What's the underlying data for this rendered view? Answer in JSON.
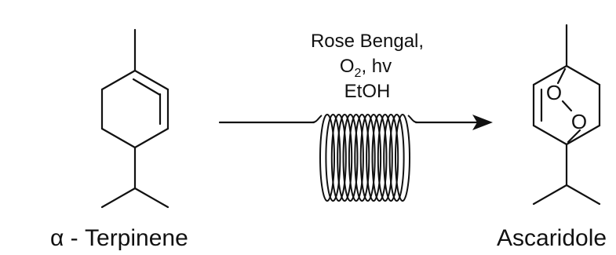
{
  "reactant": {
    "name": "α - Terpinene"
  },
  "conditions": {
    "line1": "Rose Bengal,",
    "line2_main": "O",
    "line2_sub": "2",
    "line2_rest": ", hv",
    "line3": "EtOH"
  },
  "product": {
    "name": "Ascaridole",
    "peroxide_atom_1": "O",
    "peroxide_atom_2": "O"
  },
  "reactor": {
    "coil_turns": 14
  }
}
